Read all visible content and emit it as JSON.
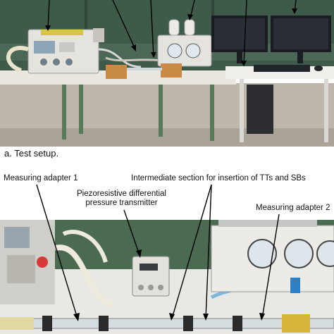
{
  "captions": {
    "panel_a": "a. Test setup."
  },
  "labels": {
    "measuring_adapter_1": "Measuring adapter 1",
    "intermediate_section": "Intermediate section for insertion of TTs and SBs",
    "piezo_line1": "Piezoresistive differential",
    "piezo_line2": "pressure transmitter",
    "measuring_adapter_2": "Measuring adapter 2"
  },
  "colors": {
    "wall_green": "#3e5a48",
    "desk": "#e9e7e0",
    "floor": "#bdb8ab",
    "device_body": "#e4e3dd",
    "wood_block": "#c98a45",
    "monitor": "#1b1d22",
    "tube": "#e9e3c9"
  }
}
